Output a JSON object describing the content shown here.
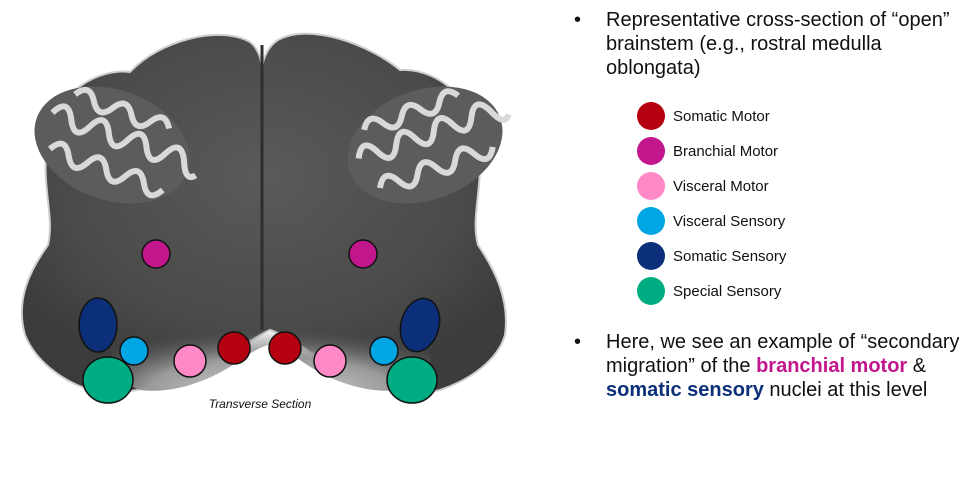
{
  "figure": {
    "caption": "Transverse Section",
    "nuclei": [
      {
        "type": "branchial_motor",
        "side": "left"
      },
      {
        "type": "branchial_motor",
        "side": "right"
      },
      {
        "type": "somatic_sensory",
        "side": "left"
      },
      {
        "type": "somatic_sensory",
        "side": "right"
      },
      {
        "type": "visceral_sensory",
        "side": "left"
      },
      {
        "type": "visceral_sensory",
        "side": "right"
      },
      {
        "type": "special_sensory",
        "side": "left"
      },
      {
        "type": "special_sensory",
        "side": "right"
      },
      {
        "type": "visceral_motor",
        "side": "left"
      },
      {
        "type": "visceral_motor",
        "side": "right"
      },
      {
        "type": "somatic_motor",
        "side": "left"
      },
      {
        "type": "somatic_motor",
        "side": "right"
      }
    ]
  },
  "bullets": {
    "marker": "•",
    "first": "Representative cross-section of “open” brainstem (e.g., rostral medulla oblongata)",
    "second": {
      "pre": "Here, we see an example of “secondary migration” of the ",
      "highlight1": "branchial motor",
      "mid": " & ",
      "highlight2": "somatic sensory",
      "post": " nuclei at this level"
    }
  },
  "legend": [
    {
      "key": "somatic_motor",
      "label": "Somatic Motor",
      "color": "#b5000f"
    },
    {
      "key": "branchial_motor",
      "label": "Branchial Motor",
      "color": "#c1168c"
    },
    {
      "key": "visceral_motor",
      "label": "Visceral Motor",
      "color": "#ff88c6"
    },
    {
      "key": "visceral_sensory",
      "label": "Visceral Sensory",
      "color": "#00a5e3"
    },
    {
      "key": "somatic_sensory",
      "label": "Somatic Sensory",
      "color": "#0b2f78"
    },
    {
      "key": "special_sensory",
      "label": "Special Sensory",
      "color": "#00ad82"
    }
  ]
}
